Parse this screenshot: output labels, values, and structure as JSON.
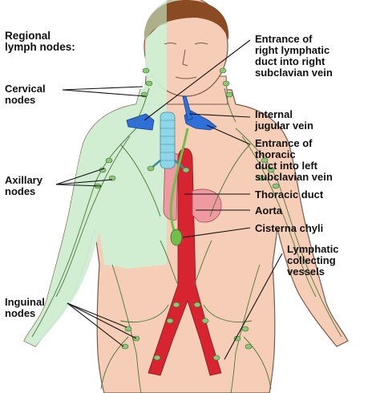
{
  "heading": {
    "line1": "Regional",
    "line2": "lymph nodes:"
  },
  "left_labels": {
    "cervical": [
      "Cervical",
      "nodes"
    ],
    "axillary": [
      "Axillary",
      "nodes"
    ],
    "inguinal": [
      "Inguinal",
      "nodes"
    ]
  },
  "right_labels": {
    "right_lymphatic_duct": [
      "Entrance of",
      "right lymphatic",
      "duct into right",
      "subclavian vein"
    ],
    "internal_jugular": [
      "Internal",
      "jugular vein"
    ],
    "thoracic_duct_entrance": [
      "Entrance of",
      "thoracic",
      "duct into left",
      "subclavian vein"
    ],
    "thoracic_duct": [
      "Thoracic duct"
    ],
    "aorta": [
      "Aorta"
    ],
    "cisterna_chyli": [
      "Cisterna chyli"
    ],
    "lymphatic_vessels": [
      "Lymphatic",
      "collecting",
      "vessels"
    ]
  },
  "colors": {
    "skin": "#f6cdb7",
    "skin_outline": "#7a5a4a",
    "lymph_region": "#cfeed3",
    "lymph_vessel": "#4a7a3a",
    "node": "#8bc878",
    "vein": "#2f6fd8",
    "aorta": "#d82430",
    "trachea": "#8fd6e8",
    "esophagus": "#ee9aa0",
    "hair": "#8a4a22"
  }
}
